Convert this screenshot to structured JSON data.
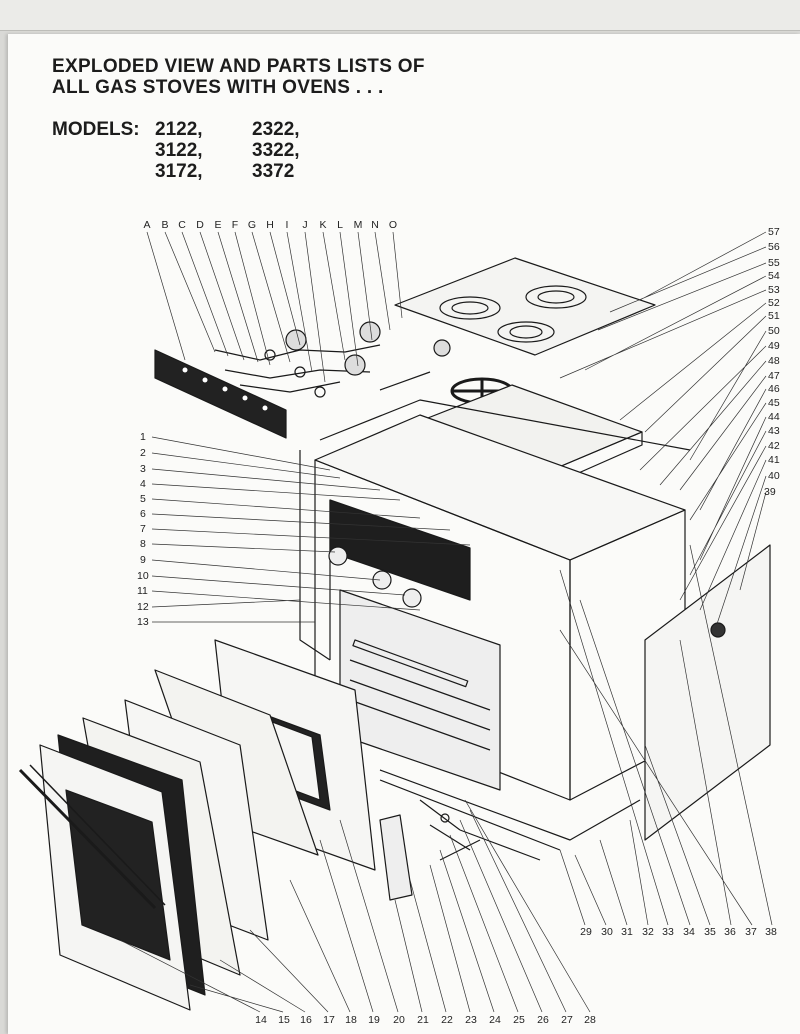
{
  "heading": {
    "line1": "EXPLODED VIEW AND PARTS LISTS OF",
    "line2": "ALL GAS STOVES WITH OVENS . . ."
  },
  "models": {
    "label": "MODELS:",
    "col1": [
      "2122,",
      "3122,",
      "3172,"
    ],
    "col2": [
      "2322,",
      "3322,",
      "3372"
    ]
  },
  "letters": [
    "A",
    "B",
    "C",
    "D",
    "E",
    "F",
    "G",
    "H",
    "I",
    "J",
    "K",
    "L",
    "M",
    "N",
    "O"
  ],
  "left_numbers": [
    "1",
    "2",
    "3",
    "4",
    "5",
    "6",
    "7",
    "8",
    "9",
    "10",
    "11",
    "12",
    "13"
  ],
  "right_numbers": [
    "57",
    "56",
    "55",
    "54",
    "53",
    "52",
    "51",
    "50",
    "49",
    "48",
    "47",
    "46",
    "45",
    "44",
    "43",
    "42",
    "41",
    "40",
    "39"
  ],
  "bottom_numbers": [
    "14",
    "15",
    "16",
    "17",
    "18",
    "19",
    "20",
    "21",
    "22",
    "23",
    "24",
    "25",
    "26",
    "27",
    "28"
  ],
  "bottom_right_numbers": [
    "29",
    "30",
    "31",
    "32",
    "33",
    "34",
    "35",
    "36",
    "37",
    "38"
  ]
}
